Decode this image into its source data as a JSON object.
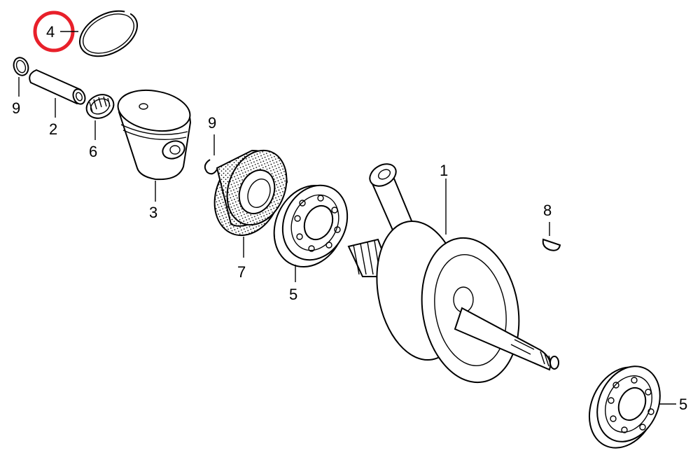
{
  "callouts": {
    "c1": "1",
    "c2": "2",
    "c3": "3",
    "c4": "4",
    "c5a": "5",
    "c5b": "5",
    "c6": "6",
    "c7": "7",
    "c8": "8",
    "c9a": "9",
    "c9b": "9"
  },
  "highlight": {
    "target": "4",
    "color": "#e8202a"
  }
}
